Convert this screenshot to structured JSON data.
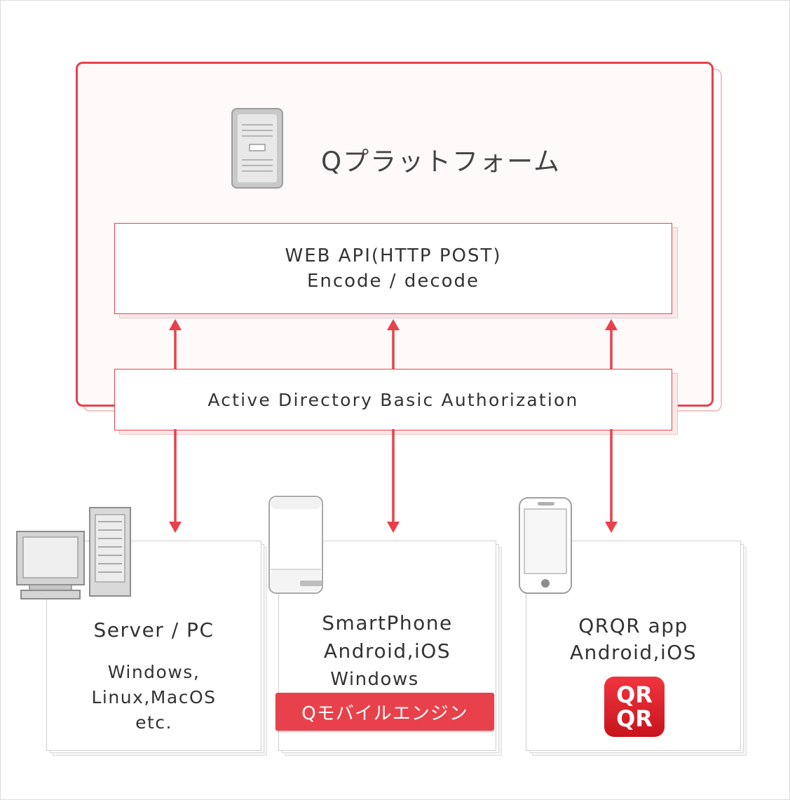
{
  "platform": {
    "title": "Qプラットフォーム"
  },
  "api_box": {
    "line1": "WEB API(HTTP POST)",
    "line2": "Encode / decode"
  },
  "auth_box": {
    "label": "Active Directory Basic Authorization"
  },
  "clients": [
    {
      "title": "Server / PC",
      "os_lines": [
        "Windows,",
        "Linux,MacOS",
        "etc."
      ]
    },
    {
      "title_lines": [
        "SmartPhone",
        "Android,iOS",
        "Windows"
      ],
      "badge": "Qモバイルエンジン"
    },
    {
      "title_lines": [
        "QRQR app",
        "Android,iOS"
      ],
      "app_icon_text": [
        "QR",
        "QR"
      ]
    }
  ],
  "colors": {
    "accent": "#e8414b",
    "device_gray": "#b3b3b3"
  },
  "icons": [
    "server-tower-icon",
    "desktop-pc-icon",
    "smartphone-icon",
    "iphone-icon",
    "qrqr-app-icon"
  ]
}
